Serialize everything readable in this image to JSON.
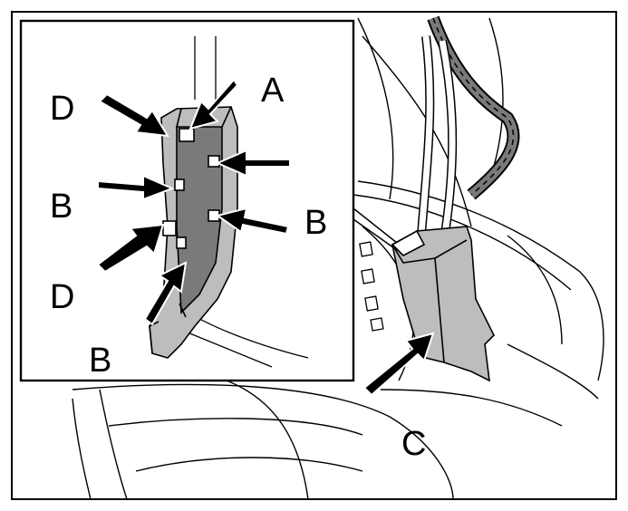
{
  "labels": {
    "a": "A",
    "b_left_upper": "B",
    "b_right": "B",
    "b_bottom": "B",
    "c": "C",
    "d_upper": "D",
    "d_lower": "D"
  },
  "colors": {
    "line": "#000000",
    "part_light": "#bdbdbd",
    "part_dark": "#7a7a7a",
    "background": "#ffffff"
  }
}
